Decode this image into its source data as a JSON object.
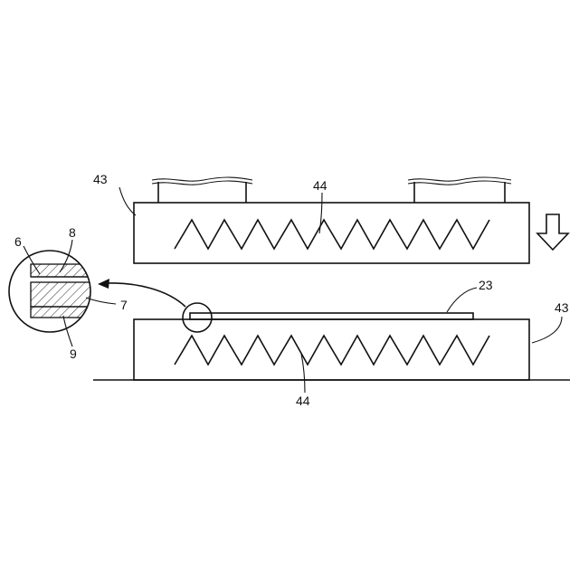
{
  "figure": {
    "labels": {
      "upper_plate": "43",
      "upper_heater": "44",
      "workpiece": "23",
      "lower_plate": "43",
      "lower_heater": "44",
      "layer_6": "6",
      "layer_8": "8",
      "layer_7": "7",
      "layer_9": "9"
    },
    "press_direction_icon": "hollow-arrow-down-icon"
  }
}
